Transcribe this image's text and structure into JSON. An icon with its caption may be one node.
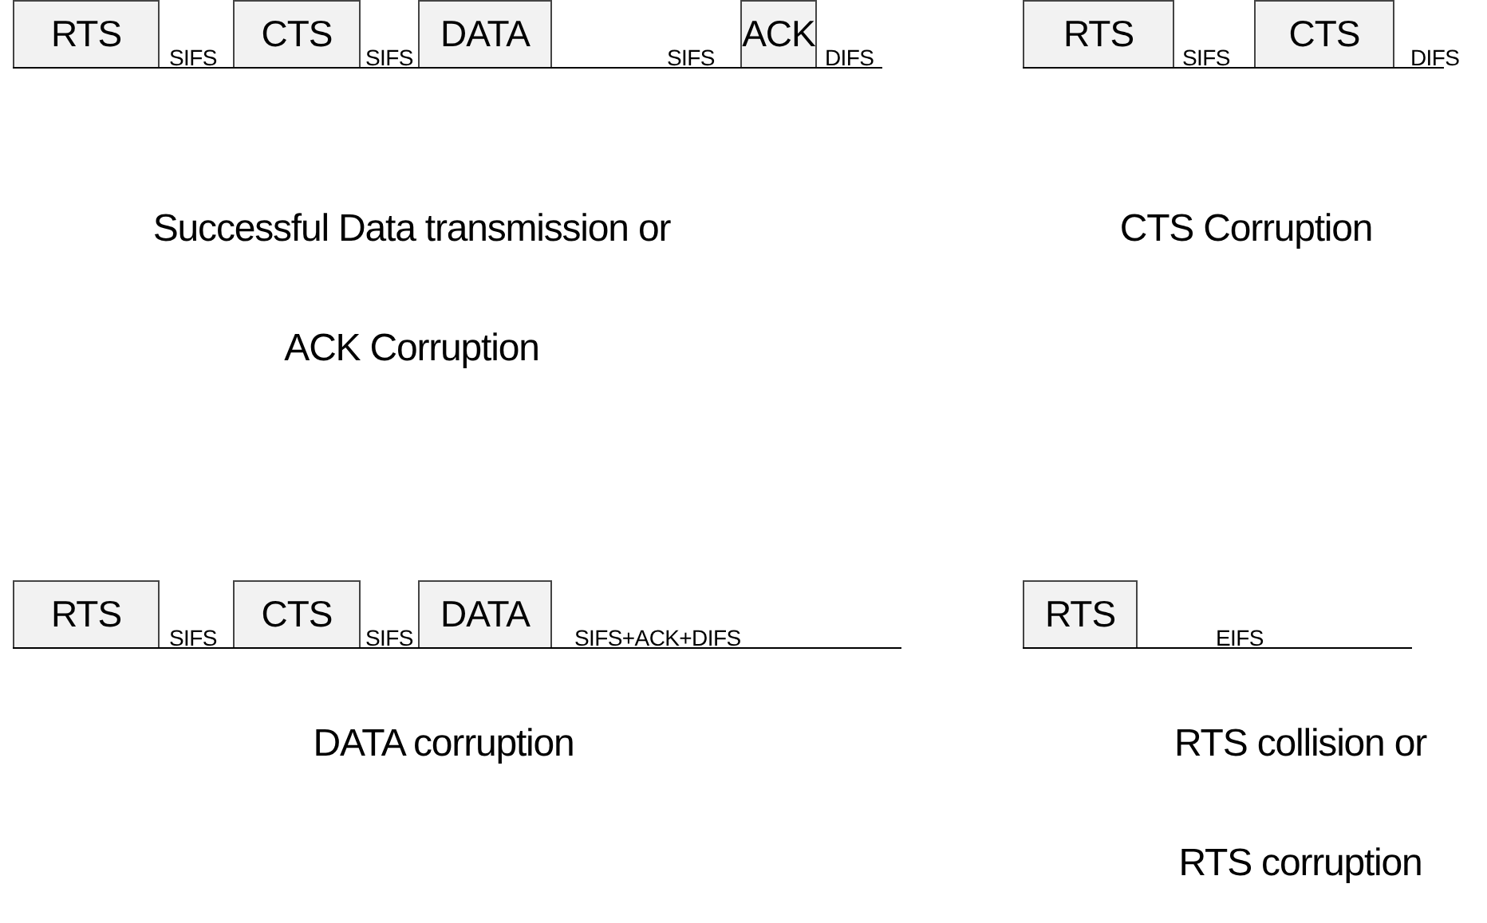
{
  "diagram": {
    "nodes": [
      {
        "text": [
          "RTS"
        ]
      },
      {
        "text": [
          "CTS"
        ]
      },
      {
        "text": [
          "DATA"
        ]
      },
      {
        "text": [
          "ACK"
        ]
      },
      {
        "text": [
          "RTS"
        ]
      },
      {
        "text": [
          "CTS"
        ]
      },
      {
        "text": [
          "RTS"
        ]
      },
      {
        "text": [
          "CTS"
        ]
      },
      {
        "text": [
          "DATA"
        ]
      },
      {
        "text": [
          "RTS"
        ]
      }
    ],
    "labels": [
      "SIFS",
      "SIFS",
      "SIFS",
      "DIFS",
      "SIFS",
      "DIFS",
      "Successful Data transmission or",
      "CTS Corruption",
      "ACK Corruption",
      "SIFS",
      "SIFS",
      "SIFS+ACK+DIFS",
      "EIFS",
      "DATA corruption",
      "RTS collision or",
      "RTS corruption"
    ]
  }
}
